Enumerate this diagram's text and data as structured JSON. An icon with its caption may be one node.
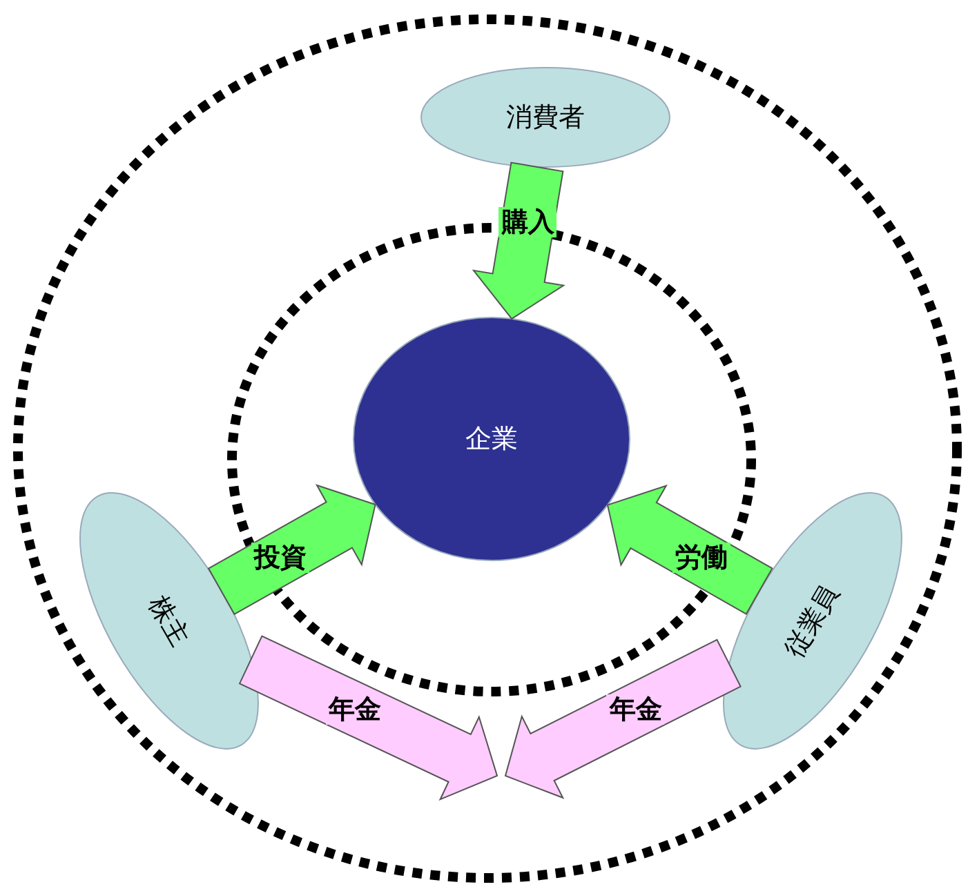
{
  "diagram": {
    "nodes": [
      {
        "text": [],
        "shape": "circle"
      },
      {
        "text": [
          "消費者"
        ],
        "in": 0
      },
      {
        "text": [],
        "shape": "circle",
        "in": 0
      },
      {
        "text": [
          "企業"
        ],
        "in": 2
      },
      {
        "text": [
          "株主"
        ],
        "in": 0
      },
      {
        "text": [
          "従業員"
        ],
        "in": 0
      }
    ],
    "edges": [
      {
        "from": 1,
        "to": 3,
        "arrow": "to",
        "label": "購入"
      },
      {
        "from": 4,
        "to": 3,
        "arrow": "to",
        "label": "投資"
      },
      {
        "from": 5,
        "to": 3,
        "arrow": "to",
        "label": "労働"
      },
      {
        "from": 4,
        "to": null,
        "arrow": "to",
        "label": "年金",
        "color": "#ffccff"
      },
      {
        "from": 5,
        "to": null,
        "arrow": "to",
        "label": "年金",
        "color": "#ffccff"
      }
    ]
  }
}
